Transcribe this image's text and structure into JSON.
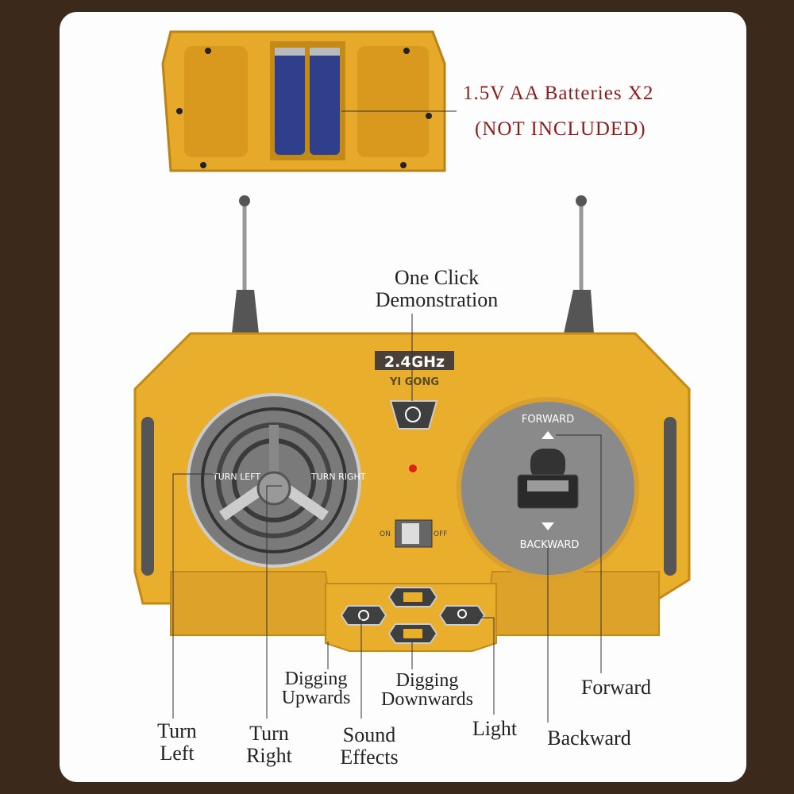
{
  "battery": {
    "line1": "1.5V AA Batteries X2",
    "line2": "(NOT INCLUDED)"
  },
  "remote": {
    "frequency": "2.4GHz",
    "brand": "YI GONG",
    "joystick_forward": "FORWARD",
    "joystick_backward": "BACKWARD",
    "switch_on": "ON",
    "switch_off": "OFF",
    "wheel_left": "TURN LEFT",
    "wheel_right": "TURN RIGHT"
  },
  "labels": {
    "demo": [
      "One Click",
      "Demonstration"
    ],
    "digging_up": [
      "Digging",
      "Upwards"
    ],
    "digging_down": [
      "Digging",
      "Downwards"
    ],
    "forward": "Forward",
    "turn_left": [
      "Turn",
      "Left"
    ],
    "turn_right": [
      "Turn",
      "Right"
    ],
    "sound": [
      "Sound",
      "Effects"
    ],
    "light": "Light",
    "backward": "Backward"
  },
  "colors": {
    "body": "#e8ae2c",
    "background": "#3b2a1c",
    "accent_text": "#8d1c1c"
  }
}
